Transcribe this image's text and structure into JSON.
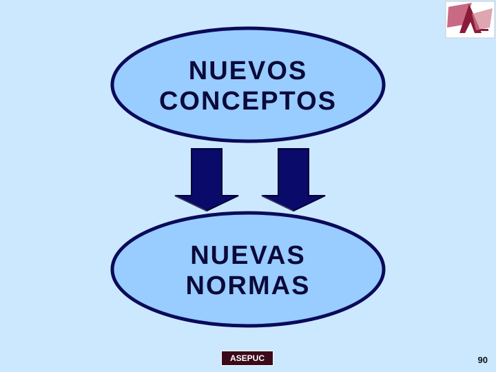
{
  "slide": {
    "top_box": {
      "lines": [
        "NUEVOS",
        "CONCEPTOS"
      ]
    },
    "bottom_box": {
      "lines": [
        "NUEVAS",
        "NORMAS"
      ]
    },
    "footer_label": "ASEPUC",
    "page_number": "90"
  },
  "colors": {
    "background": "#cce8ff",
    "ellipse_fill": "#99ccff",
    "ellipse_stroke": "#0a0a5a",
    "arrow_fill": "#0a0a6a",
    "footer_bg": "#3a0a1a",
    "logo_accent": "#b0304a"
  },
  "icons": {
    "logo": "asepuc-logo-icon",
    "arrow": "down-arrow-icon"
  }
}
